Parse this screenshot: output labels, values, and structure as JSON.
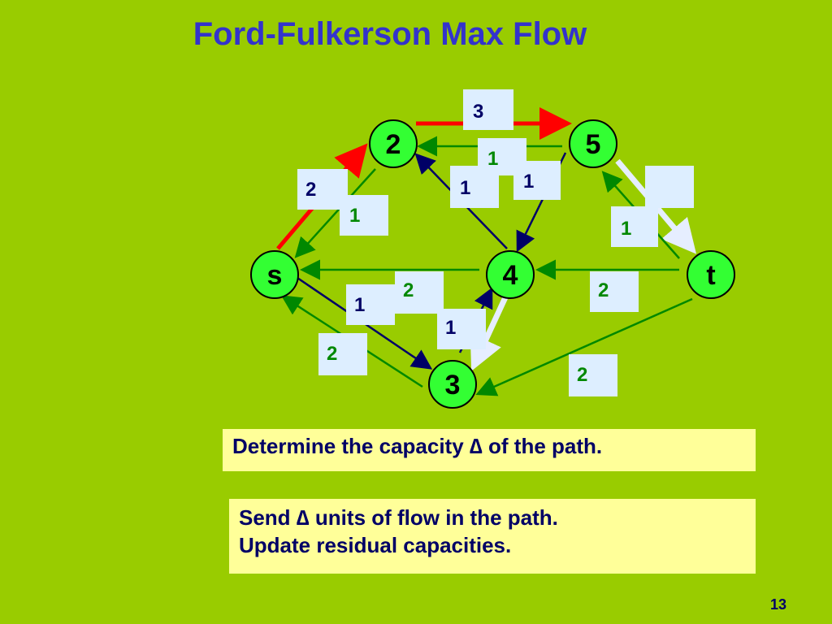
{
  "slide": {
    "title": "Ford-Fulkerson Max Flow",
    "page_number": "13"
  },
  "colors": {
    "background": "#99cc00",
    "title": "#3333cc",
    "node_fill": "#33ff33",
    "augmenting_path": "#ff0000",
    "residual_forward": "#000066",
    "residual_backward": "#008800",
    "note_fill": "#ffff99",
    "label_box": "#ddeeff"
  },
  "graph": {
    "nodes": [
      {
        "id": "s",
        "label": "s"
      },
      {
        "id": "2",
        "label": "2"
      },
      {
        "id": "5",
        "label": "5"
      },
      {
        "id": "4",
        "label": "4"
      },
      {
        "id": "t",
        "label": "t"
      },
      {
        "id": "3",
        "label": "3"
      }
    ],
    "edges": [
      {
        "from": "s",
        "to": "2",
        "kind": "augmenting-path"
      },
      {
        "from": "2",
        "to": "5",
        "kind": "augmenting-path"
      },
      {
        "from": "5",
        "to": "2",
        "kind": "residual-backward"
      },
      {
        "from": "2",
        "to": "s",
        "kind": "residual-backward"
      },
      {
        "from": "4",
        "to": "2",
        "kind": "residual-forward"
      },
      {
        "from": "5",
        "to": "4",
        "kind": "residual-forward"
      },
      {
        "from": "t",
        "to": "5",
        "kind": "residual-backward"
      },
      {
        "from": "5",
        "to": "t",
        "kind": "highlighted"
      },
      {
        "from": "4",
        "to": "s",
        "kind": "residual-backward"
      },
      {
        "from": "t",
        "to": "4",
        "kind": "residual-backward"
      },
      {
        "from": "s",
        "to": "3",
        "kind": "residual-forward"
      },
      {
        "from": "3",
        "to": "s",
        "kind": "residual-backward"
      },
      {
        "from": "3",
        "to": "4",
        "kind": "residual-forward"
      },
      {
        "from": "4",
        "to": "3",
        "kind": "highlighted"
      },
      {
        "from": "t",
        "to": "3",
        "kind": "residual-backward"
      }
    ],
    "capacity_labels": {
      "edge_2_5": "3",
      "edge_5_2": "1",
      "edge_4_2": "1",
      "edge_5_4": "1",
      "edge_s_2": "2",
      "edge_2_s": "1",
      "edge_5_t": "",
      "edge_t_5": "1",
      "edge_4_s": "2",
      "edge_s_3": "1",
      "edge_3_4": "1",
      "edge_t_4": "2",
      "edge_3_s": "2",
      "edge_t_3": "2"
    }
  },
  "notes": {
    "step1": "Determine the capacity ∆ of the path.",
    "step2_line1": "Send ∆ units of flow in the path.",
    "step2_line2": "Update residual capacities."
  }
}
